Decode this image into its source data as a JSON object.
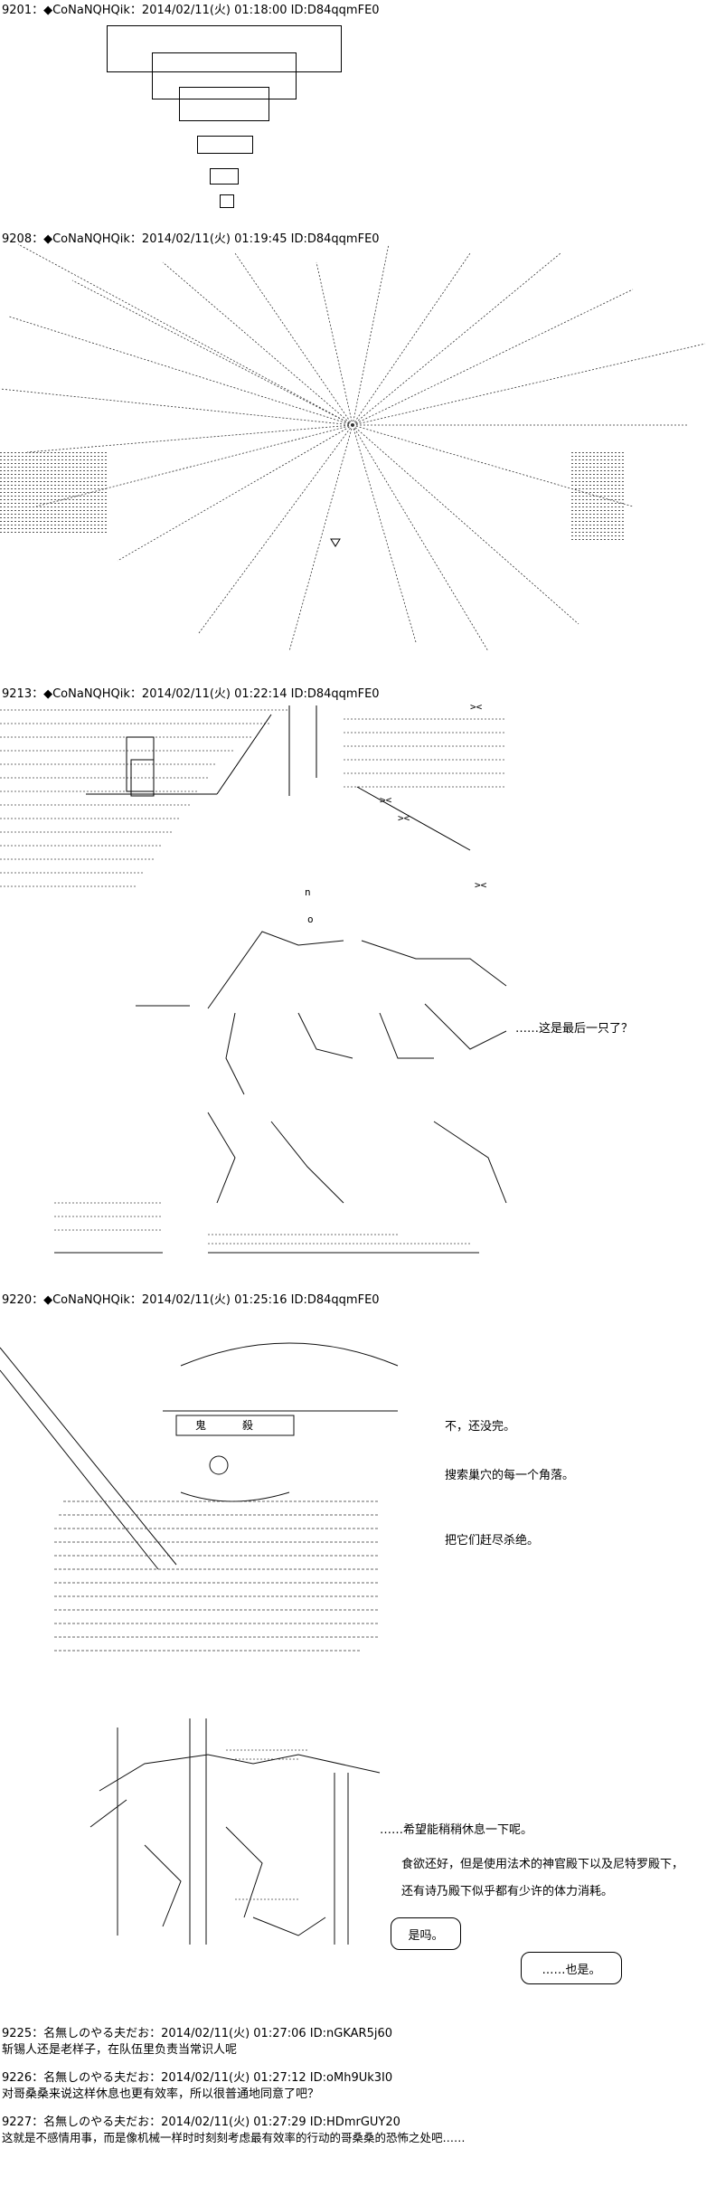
{
  "posts": [
    {
      "num": "9201：",
      "name": "◆CoNaNQHQik",
      "date": "：2014/02/11(火) 01:18:00 ID:D84qqmFE0"
    },
    {
      "num": "9208：",
      "name": "◆CoNaNQHQik",
      "date": "：2014/02/11(火) 01:19:45 ID:D84qqmFE0"
    },
    {
      "num": "9213：",
      "name": "◆CoNaNQHQik",
      "date": "：2014/02/11(火) 01:22:14 ID:D84qqmFE0"
    },
    {
      "num": "9220：",
      "name": "◆CoNaNQHQik",
      "date": "：2014/02/11(火) 01:25:16 ID:D84qqmFE0"
    }
  ],
  "dialogue": {
    "last_one": "……这是最后一只了？",
    "not_yet": "不，还没完。",
    "search": "搜索巢穴的每一个角落。",
    "kill_all": "把它们赶尽杀绝。",
    "kanji_left": "鬼",
    "kanji_right": "殺",
    "rest": "……希望能稍稍休息一下呢。",
    "food": "食欲还好，但是使用法术的神官殿下以及尼特罗殿下，",
    "stamina": "还有诗乃殿下似乎都有少许的体力消耗。",
    "is_that_so": "是吗。",
    "me_too": "……也是。"
  },
  "replies": [
    {
      "header": "9225：名無しのやる夫だお：2014/02/11(火) 01:27:06 ID:nGKAR5j60",
      "text": "斩锡人还是老样子，在队伍里负责当常识人呢"
    },
    {
      "header": "9226：名無しのやる夫だお：2014/02/11(火) 01:27:12 ID:oMh9Uk3I0",
      "text": "对哥桑桑来说这样休息也更有效率，所以很普通地同意了吧？"
    },
    {
      "header": "9227：名無しのやる夫だお：2014/02/11(火) 01:27:29 ID:HDmrGUY20",
      "text": "这就是不感情用事，而是像机械一样时时刻刻考虑最有效率的行动的哥桑桑的恐怖之处吧……"
    }
  ]
}
